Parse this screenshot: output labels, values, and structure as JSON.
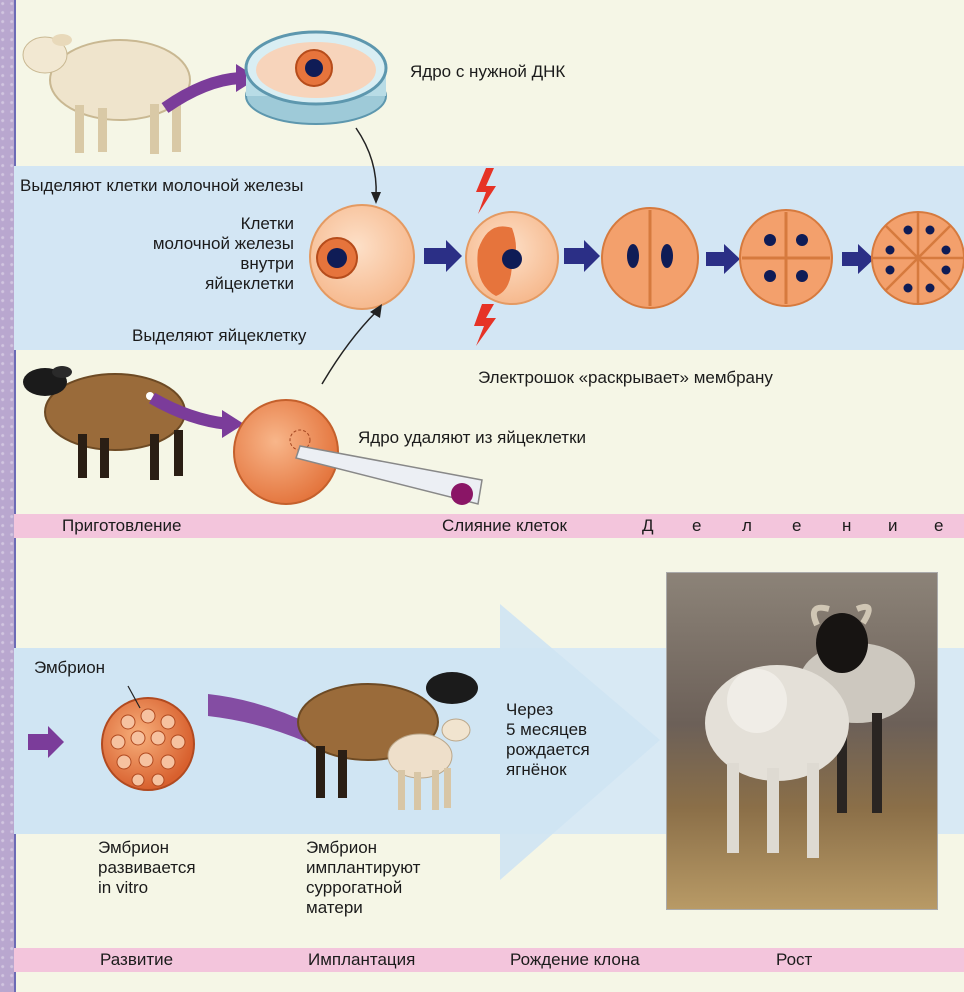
{
  "labels": {
    "nucleus_dna": "Ядро с нужной ДНК",
    "isolate_mammary": "Выделяют клетки молочной железы",
    "mammary_in_egg": [
      "Клетки",
      "молочной железы",
      "внутри",
      "яйцеклетки"
    ],
    "isolate_egg": "Выделяют яйцеклетку",
    "electroshock": "Электрошок «раскрывает» мембрану",
    "remove_nucleus": "Ядро удаляют из яйцеклетки",
    "embryo": "Эмбрион",
    "embryo_in_vitro": [
      "Эмбрион",
      "развивается",
      "in vitro"
    ],
    "embryo_implanted": [
      "Эмбрион",
      "имплантируют",
      "суррогатной",
      "матери"
    ],
    "birth_after": [
      "Через",
      "5 месяцев",
      "рождается",
      "ягнёнок"
    ]
  },
  "stages_top": {
    "preparation": "Приготовление",
    "fusion": "Слияние клеток",
    "division_letters": [
      "Д",
      "е",
      "л",
      "е",
      "н",
      "и",
      "е"
    ]
  },
  "stages_bottom": [
    "Развитие",
    "Имплантация",
    "Рождение клона",
    "Рост"
  ],
  "colors": {
    "band_blue": "#d3e6f4",
    "strip_pink": "#f3c5dc",
    "arrow_navy": "#2b2f86",
    "arrow_purple": "#7b3c9a",
    "cell_orange": "#f0a06a"
  }
}
